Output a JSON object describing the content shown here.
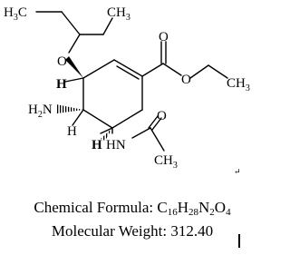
{
  "structure": {
    "atom_labels": {
      "ch3_left": "H",
      "ch3_left_sub": "3",
      "ch3_left_c": "C",
      "ch3_right": "CH",
      "ch3_right_sub": "3",
      "oxygen_ether": "O",
      "oxygen_carbonyl": "O",
      "oxygen_ester": "O",
      "ch3_ester": "CH",
      "ch3_ester_sub": "3",
      "h_upper": "H",
      "amine": "H",
      "amine_sub": "2",
      "amine_n": "N",
      "h_middle": "H",
      "h_lower": "H",
      "amide_nh": "HN",
      "oxygen_amide": "O",
      "ch3_amide": "CH",
      "ch3_amide_sub": "3",
      "return_mark": "↵"
    }
  },
  "caption": {
    "formula_label": "Chemical Formula: ",
    "formula_parts": [
      {
        "t": "C"
      },
      {
        "s": "16"
      },
      {
        "t": "H"
      },
      {
        "s": "28"
      },
      {
        "t": "N"
      },
      {
        "s": "2"
      },
      {
        "t": "O"
      },
      {
        "s": "4"
      }
    ],
    "weight_label": "Molecular Weight: ",
    "weight_value": "312.40"
  }
}
